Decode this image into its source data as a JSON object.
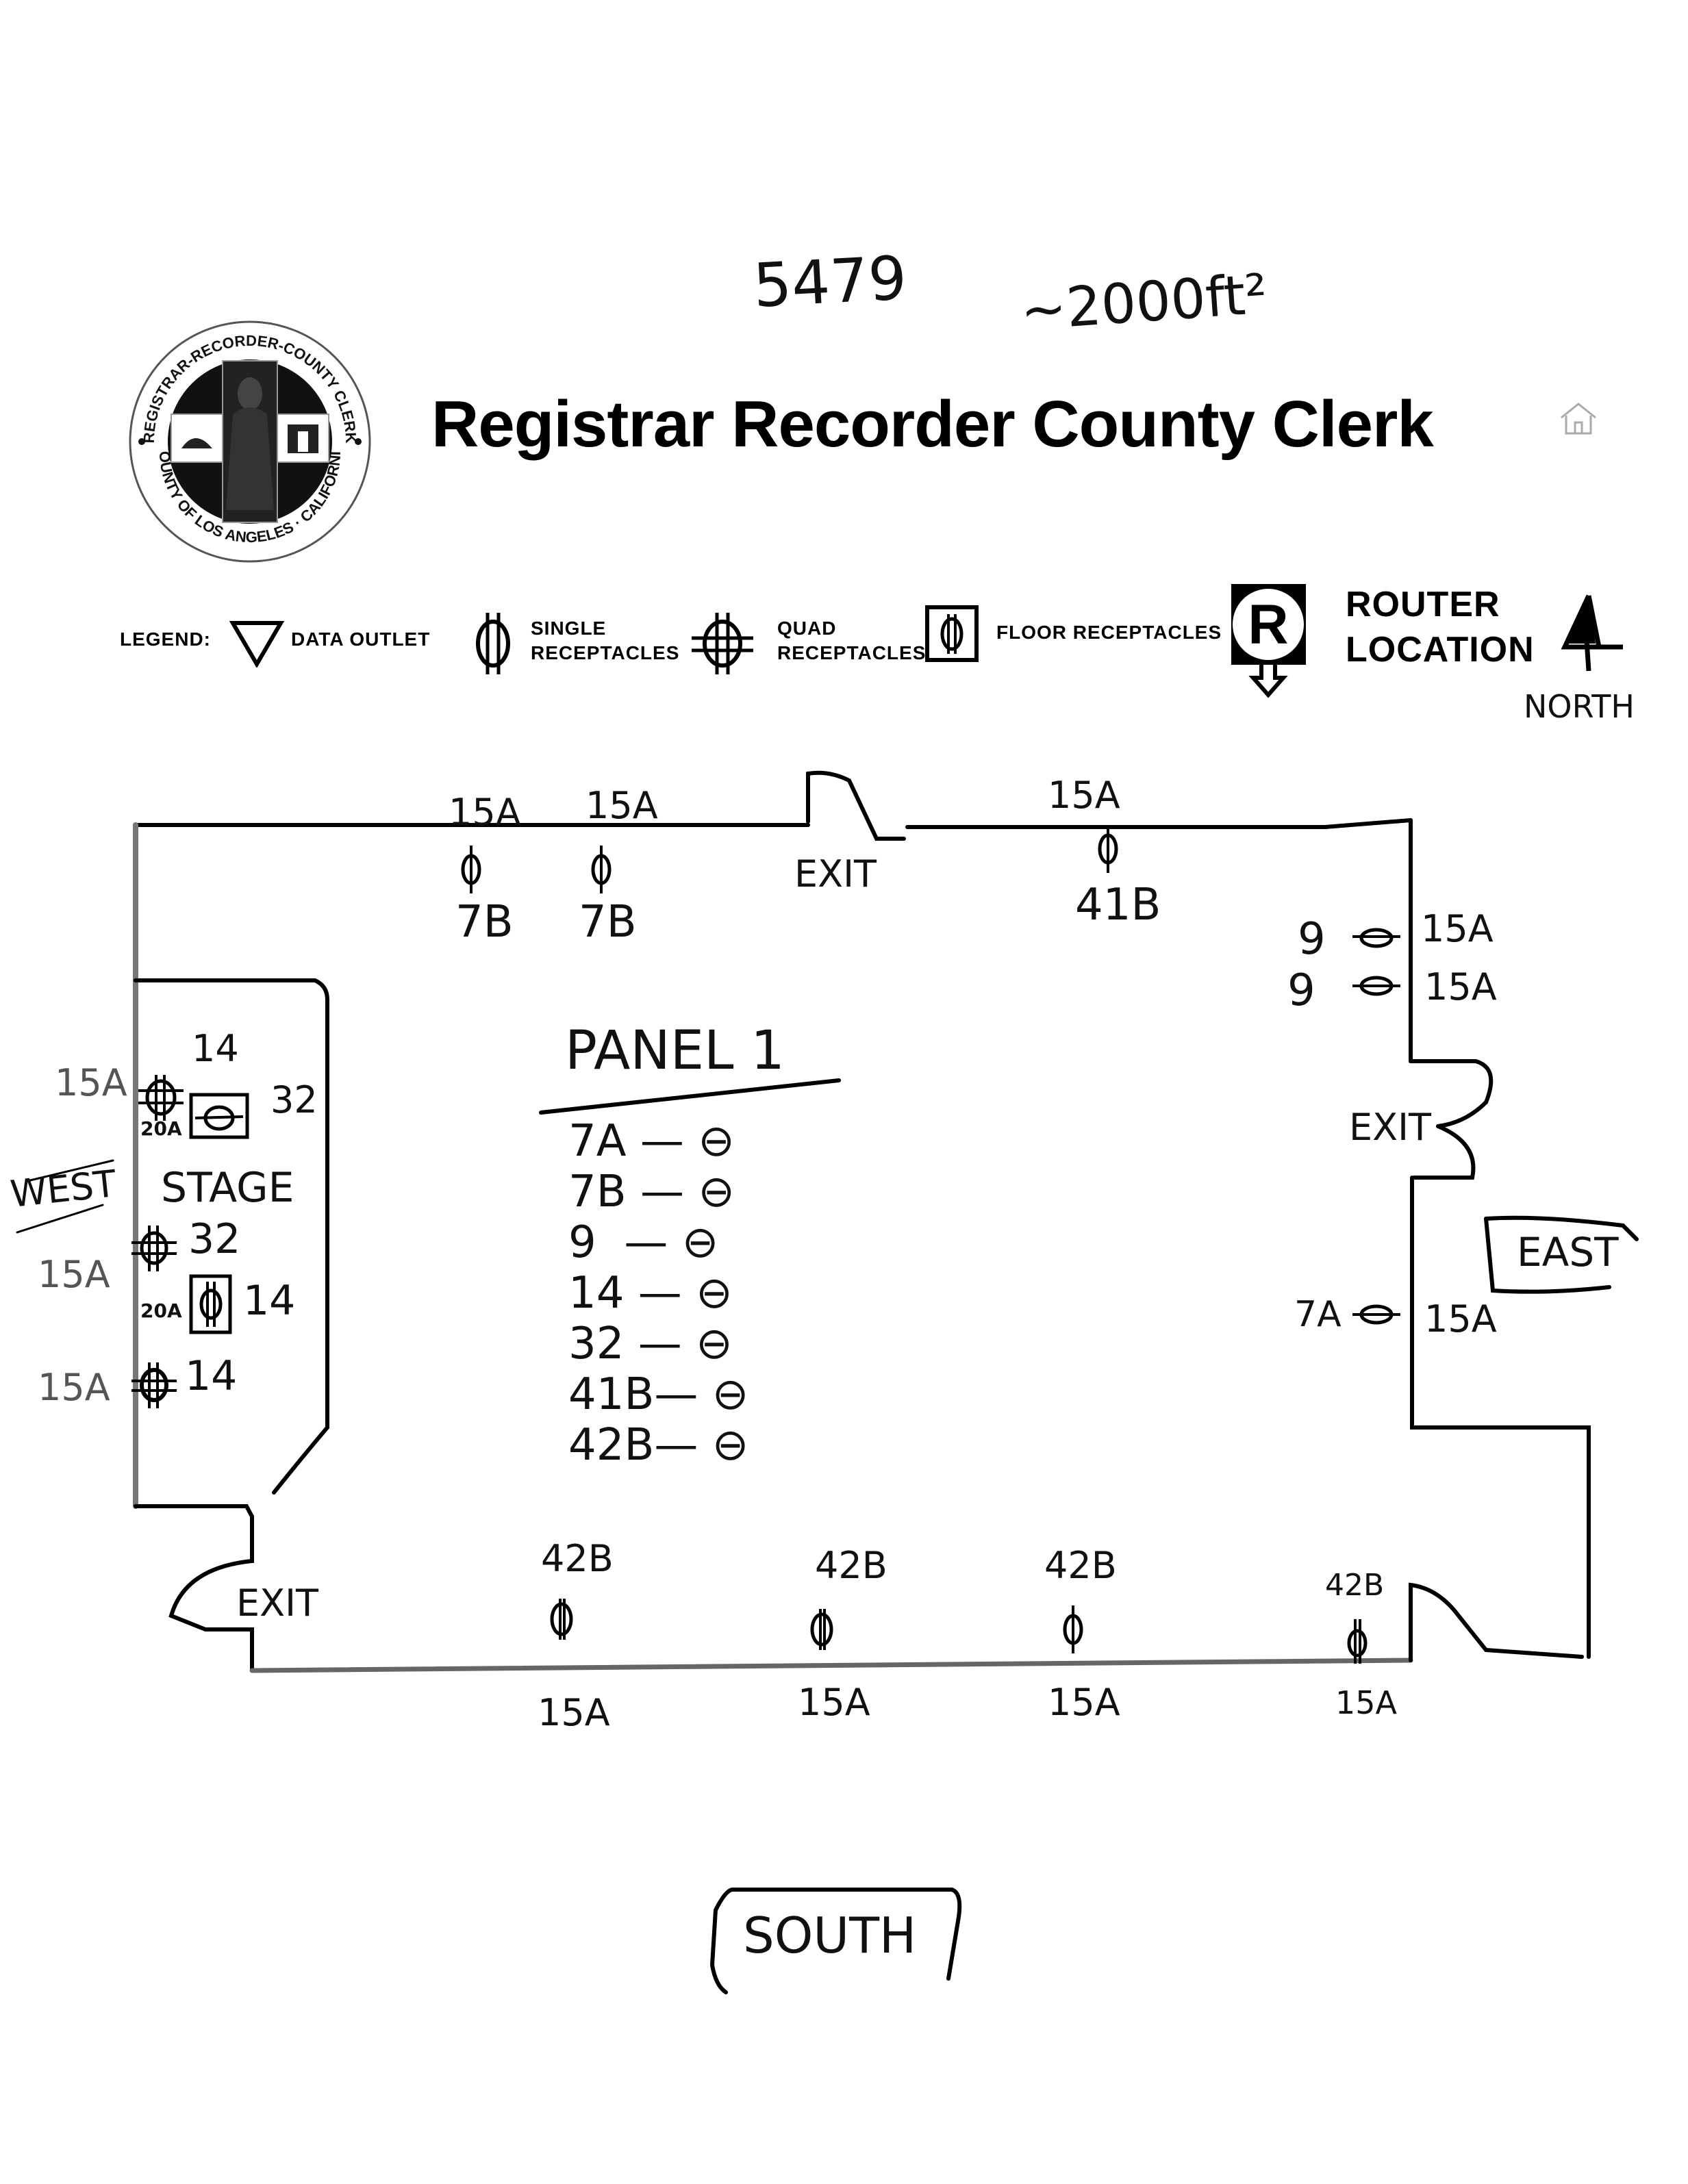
{
  "header": {
    "number_annotation": "5479",
    "area_annotation": "~2000ft²",
    "title": "Registrar Recorder County Clerk",
    "seal": {
      "top_text": "REGISTRAR-RECORDER-COUNTY CLERK",
      "bottom_text": "COUNTY OF LOS ANGELES · CALIFORNIA"
    }
  },
  "legend": {
    "label": "LEGEND:",
    "items": [
      {
        "icon": "data-outlet-triangle-icon",
        "label": "DATA OUTLET"
      },
      {
        "icon": "single-receptacle-icon",
        "label_line1": "SINGLE",
        "label_line2": "RECEPTACLES"
      },
      {
        "icon": "quad-receptacle-icon",
        "label_line1": "QUAD",
        "label_line2": "RECEPTACLES"
      },
      {
        "icon": "floor-receptacle-icon",
        "label": "FLOOR RECEPTACLES"
      },
      {
        "icon": "router-icon",
        "icon_letter": "R",
        "label_line1": "ROUTER",
        "label_line2": "LOCATION"
      }
    ],
    "north_label": "NORTH"
  },
  "floorplan": {
    "directions": {
      "west": "WEST",
      "east": "EAST",
      "south": "SOUTH"
    },
    "stage_label": "STAGE",
    "exit_label": "EXIT",
    "north_wall": [
      {
        "amps": "15A",
        "circuit": "7B"
      },
      {
        "amps": "15A",
        "circuit": "7B"
      },
      {
        "amps": "15A",
        "circuit": "41B"
      }
    ],
    "east_wall": [
      {
        "circuit": "9",
        "amps": "15A"
      },
      {
        "circuit": "9",
        "amps": "15A"
      },
      {
        "circuit": "7A",
        "amps": "15A"
      }
    ],
    "south_wall": [
      {
        "circuit": "42B",
        "amps": "15A"
      },
      {
        "circuit": "42B",
        "amps": "15A"
      },
      {
        "circuit": "42B",
        "amps": "15A"
      },
      {
        "circuit": "42B",
        "amps": "15A"
      }
    ],
    "stage": [
      {
        "type": "quad",
        "amps": "15A",
        "circuit": "14"
      },
      {
        "type": "floor",
        "amps": "20A",
        "circuit": "32"
      },
      {
        "type": "quad",
        "amps": "15A",
        "circuit": "32"
      },
      {
        "type": "floor",
        "amps": "20A",
        "circuit": "14"
      },
      {
        "type": "quad",
        "amps": "15A",
        "circuit": "14"
      }
    ],
    "panel": {
      "title": "PANEL 1",
      "circuits": [
        "7A",
        "7B",
        "9",
        "14",
        "32",
        "41B",
        "42B"
      ]
    }
  }
}
